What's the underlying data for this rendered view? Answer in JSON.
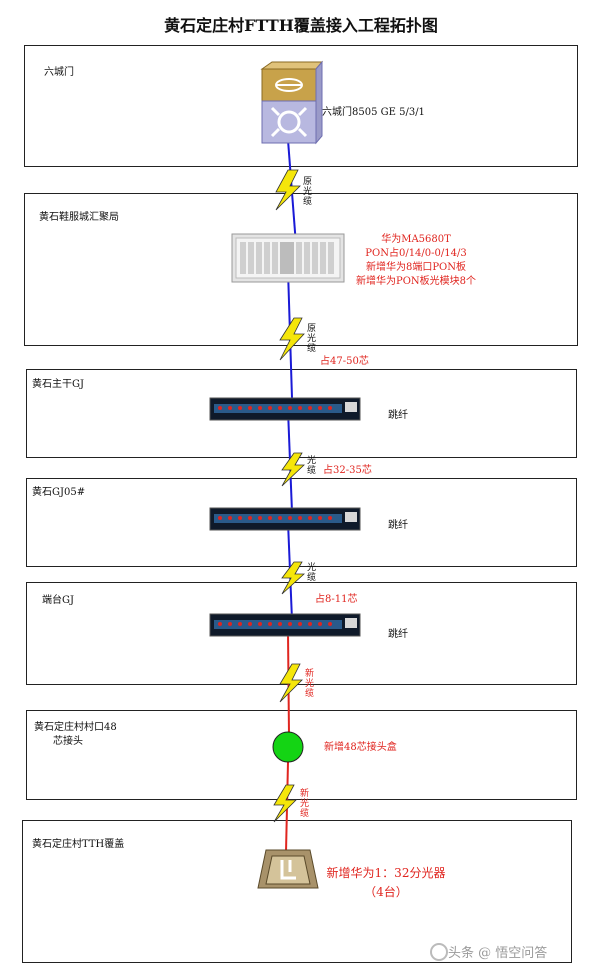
{
  "title": "黄石定庄村FTTH覆盖接入工程拓扑图",
  "sites": [
    {
      "label": "六城门",
      "device_label": "六城门8505 GE 5/3/1"
    },
    {
      "label": "黄石鞋服城汇聚局",
      "device_lines": [
        "华为MA5680T",
        "PON占0/14/0-0/14/3",
        "新增华为8端口PON板",
        "新增华为PON板光模块8个"
      ]
    },
    {
      "label": "黄石主干GJ",
      "note": "跳纤"
    },
    {
      "label": "黄石GJ05#",
      "note": "跳纤"
    },
    {
      "label": "端台GJ",
      "note": "跳纤"
    },
    {
      "label_lines": [
        "黄石定庄村村口48",
        "芯接头"
      ],
      "note": "新增48芯接头盒"
    },
    {
      "label": "黄石定庄村TTH覆盖",
      "note_lines": [
        "新增华为1：32分光器",
        "（4台）"
      ]
    }
  ],
  "links": [
    {
      "cable": "原光缆",
      "color": "blue"
    },
    {
      "cable": "原光缆",
      "core": "占47-50芯",
      "color": "blue"
    },
    {
      "cable": "光缆",
      "core": "占32-35芯",
      "color": "blue"
    },
    {
      "cable": "光缆",
      "core": "占8-11芯",
      "color": "blue"
    },
    {
      "cable": "新光缆",
      "color": "red"
    },
    {
      "cable": "新光缆",
      "color": "red"
    }
  ],
  "watermark": "头条 @ 悟空问答",
  "colors": {
    "link_blue": "#1a1ad6",
    "link_red": "#e0251f",
    "bolt_yellow": "#f5e60a",
    "joint_green": "#14d414"
  },
  "icons": [
    "router-icon",
    "olt-chassis-icon",
    "odf-panel-icon",
    "splice-box-icon",
    "splitter-icon",
    "lightning-bolt-icon"
  ]
}
